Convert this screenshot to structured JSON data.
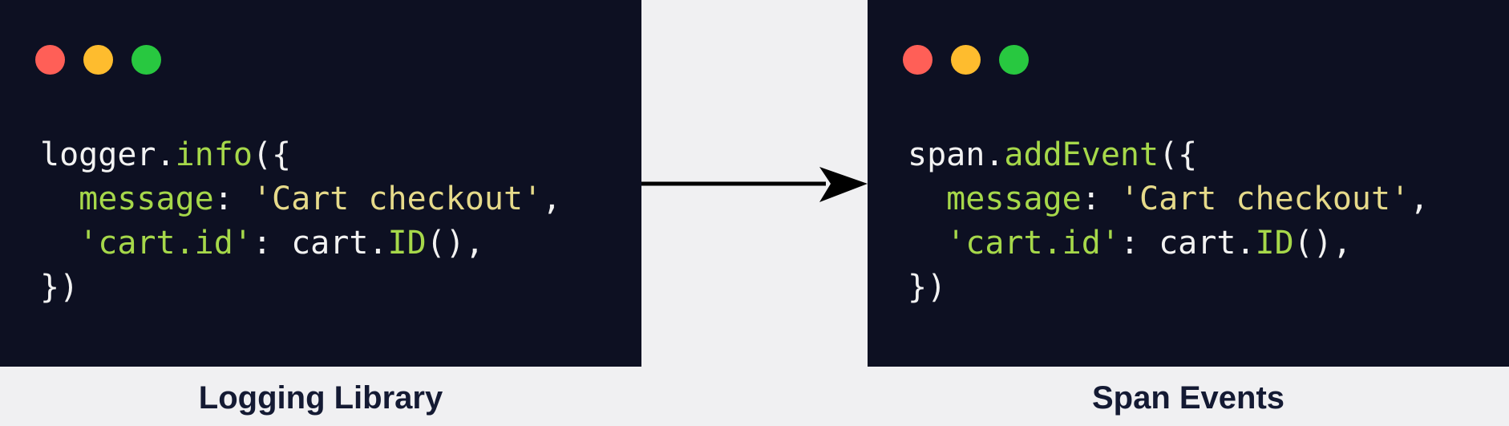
{
  "left_panel": {
    "window_dots": [
      "#ff5f57",
      "#febc2e",
      "#28c840"
    ],
    "code": {
      "l1_obj": "logger",
      "l1_dot": ".",
      "l1_fn": "info",
      "l1_open": "({",
      "l2_indent": "  ",
      "l2_key": "message",
      "l2_colon": ": ",
      "l2_str": "'Cart checkout'",
      "l2_comma": ",",
      "l3_indent": "  ",
      "l3_key": "'cart.id'",
      "l3_colon": ": cart.",
      "l3_fn": "ID",
      "l3_tail": "(),",
      "l4": "})"
    },
    "caption": "Logging Library"
  },
  "right_panel": {
    "window_dots": [
      "#ff5f57",
      "#febc2e",
      "#28c840"
    ],
    "code": {
      "l1_obj": "span",
      "l1_dot": ".",
      "l1_fn": "addEvent",
      "l1_open": "({",
      "l2_indent": "  ",
      "l2_key": "message",
      "l2_colon": ": ",
      "l2_str": "'Cart checkout'",
      "l2_comma": ",",
      "l3_indent": "  ",
      "l3_key": "'cart.id'",
      "l3_colon": ": cart.",
      "l3_fn": "ID",
      "l3_tail": "(),",
      "l4": "})"
    },
    "caption": "Span Events"
  },
  "colors": {
    "panel_bg": "#0d1022",
    "page_bg": "#f0f0f2",
    "function": "#a6d84a",
    "string": "#e6da8a",
    "caption": "#141a33"
  }
}
